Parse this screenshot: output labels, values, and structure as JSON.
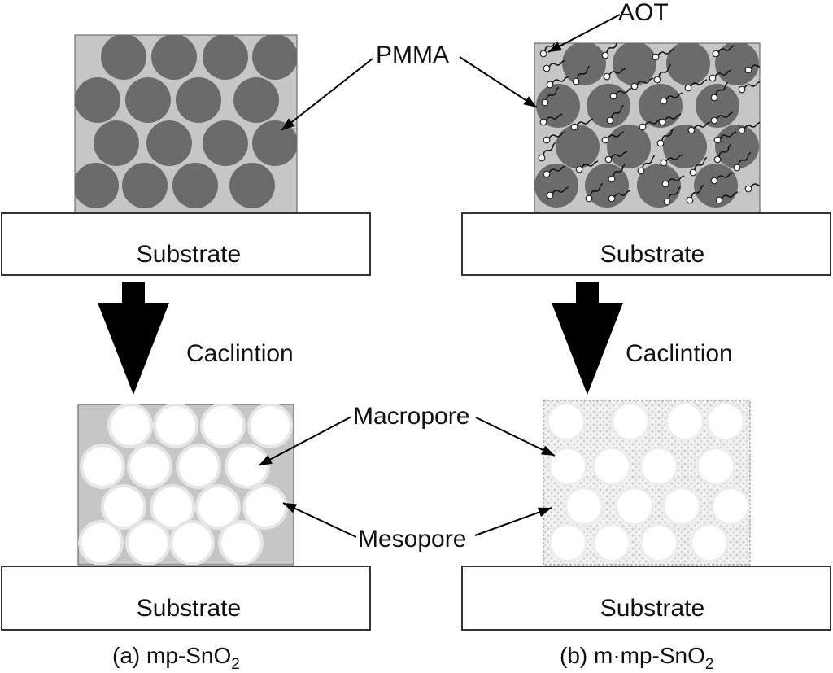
{
  "labels": {
    "pmma": "PMMA",
    "aot": "AOT",
    "substrate": "Substrate",
    "calcination": "Caclintion",
    "macropore": "Macropore",
    "mesopore": "Mesopore",
    "caption_a_prefix": "(a) mp-SnO",
    "caption_a_sub": "2",
    "caption_b_prefix": "(b) m·mp-SnO",
    "caption_b_sub": "2"
  },
  "colors": {
    "film_gray": "#c6c6c6",
    "pmma_sphere": "#6b6b6b",
    "pore_white": "#ffffff",
    "pore_rim": "#e6e6e6",
    "arrow": "#000000",
    "outline": "#333333"
  },
  "icons": {
    "process_arrow": "down-arrow-icon"
  }
}
